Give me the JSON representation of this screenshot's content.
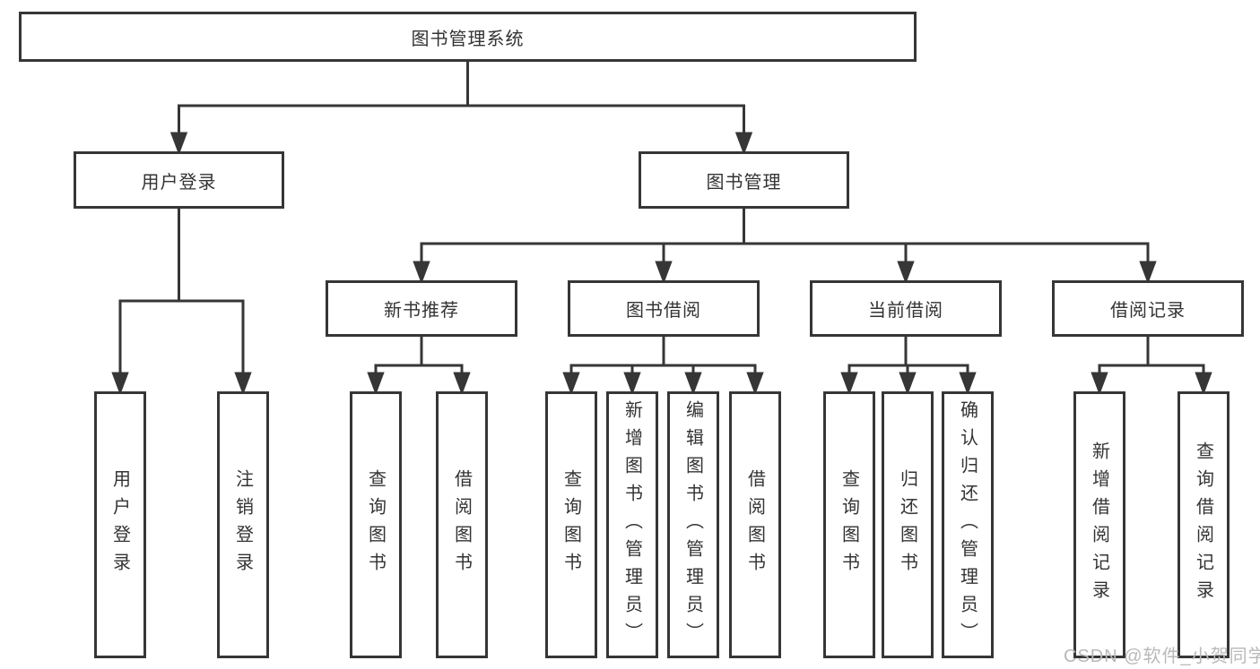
{
  "diagram_title": "图书管理系统",
  "nodes": {
    "root": "图书管理系统",
    "user_login": "用户登录",
    "book_mgmt": "图书管理",
    "new_book_rec": "新书推荐",
    "book_borrow": "图书借阅",
    "current_borrow": "当前借阅",
    "borrow_records": "借阅记录",
    "ul_login": "用户登录",
    "ul_logout": "注销登录",
    "nbr_query": "查询图书",
    "nbr_borrow": "借阅图书",
    "bb_query": "查询图书",
    "bb_add": "新增图书（管理员）",
    "bb_edit": "编辑图书（管理员）",
    "bb_borrow": "借阅图书",
    "cb_query": "查询图书",
    "cb_return": "归还图书",
    "cb_confirm": "确认归还（管理员）",
    "br_add": "新增借阅记录",
    "br_query": "查询借阅记录"
  },
  "hierarchy": {
    "root": [
      "user_login",
      "book_mgmt"
    ],
    "user_login": [
      "ul_login",
      "ul_logout"
    ],
    "book_mgmt": [
      "new_book_rec",
      "book_borrow",
      "current_borrow",
      "borrow_records"
    ],
    "new_book_rec": [
      "nbr_query",
      "nbr_borrow"
    ],
    "book_borrow": [
      "bb_query",
      "bb_add",
      "bb_edit",
      "bb_borrow"
    ],
    "current_borrow": [
      "cb_query",
      "cb_return",
      "cb_confirm"
    ],
    "borrow_records": [
      "br_add",
      "br_query"
    ]
  },
  "colors": {
    "line": "#363636",
    "box_border": "#363636",
    "text": "#333333",
    "background": "#ffffff",
    "watermark": "#b9b9b9"
  },
  "watermark": "CSDN @软件_小贺同学"
}
